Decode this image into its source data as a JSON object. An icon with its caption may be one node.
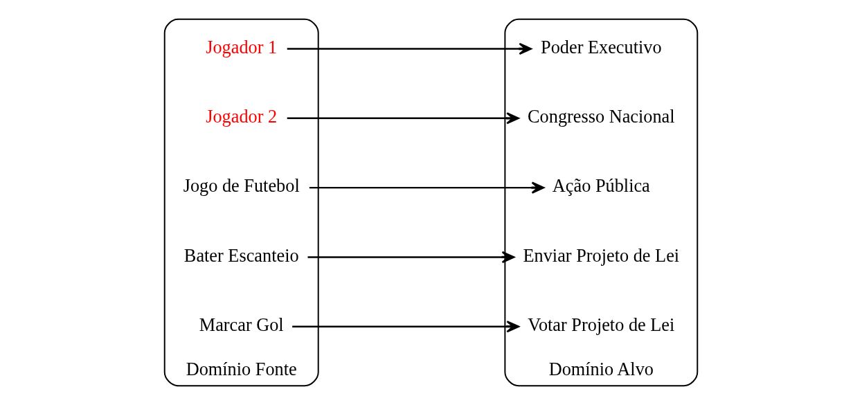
{
  "diagram": {
    "nodes": [
      {
        "text": [
          "Domínio Fonte"
        ]
      },
      {
        "text": [
          "Jogador 1"
        ],
        "in": 0
      },
      {
        "text": [
          "Jogador 2"
        ],
        "in": 0
      },
      {
        "text": [
          "Jogo de Futebol"
        ],
        "in": 0
      },
      {
        "text": [
          "Bater Escanteio"
        ],
        "in": 0
      },
      {
        "text": [
          "Marcar Gol"
        ],
        "in": 0
      },
      {
        "text": [
          "Domínio Alvo"
        ]
      },
      {
        "text": [
          "Poder Executivo"
        ],
        "in": 6
      },
      {
        "text": [
          "Congresso Nacional"
        ],
        "in": 6
      },
      {
        "text": [
          "Ação Pública"
        ],
        "in": 6
      },
      {
        "text": [
          "Enviar Projeto de Lei"
        ],
        "in": 6
      },
      {
        "text": [
          "Votar Projeto de Lei"
        ],
        "in": 6
      }
    ],
    "edges": [
      {
        "from": 1,
        "to": 7,
        "arrow": "to"
      },
      {
        "from": 2,
        "to": 8,
        "arrow": "to"
      },
      {
        "from": 3,
        "to": 9,
        "arrow": "to"
      },
      {
        "from": 4,
        "to": 10,
        "arrow": "to"
      },
      {
        "from": 5,
        "to": 11,
        "arrow": "to"
      }
    ]
  }
}
